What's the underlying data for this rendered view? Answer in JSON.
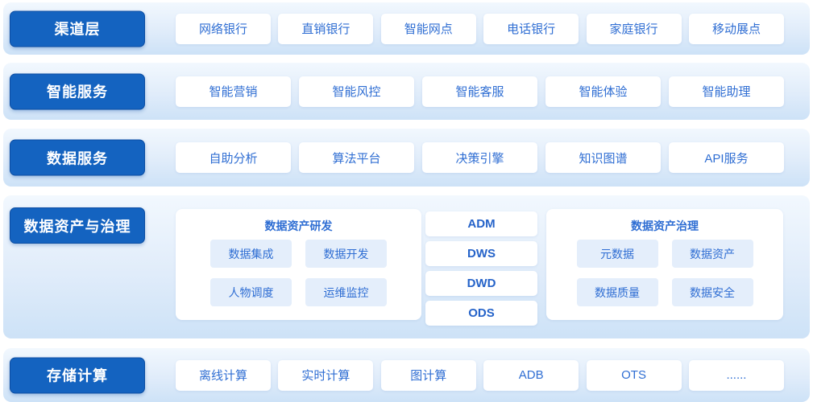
{
  "colors": {
    "band_label_bg": "#1463c0",
    "band_label_border": "#0b4da3",
    "band_label_text": "#ffffff",
    "band_gradient_top": "#f2f8fe",
    "band_gradient_bottom": "#cde2f7",
    "item_bg": "#ffffff",
    "item_text": "#2f6ed3",
    "subitem_bg": "#e4eefb"
  },
  "bands": [
    {
      "label": "渠道层",
      "items": [
        "网络银行",
        "直销银行",
        "智能网点",
        "电话银行",
        "家庭银行",
        "移动展点"
      ]
    },
    {
      "label": "智能服务",
      "items": [
        "智能营销",
        "智能风控",
        "智能客服",
        "智能体验",
        "智能助理"
      ]
    },
    {
      "label": "数据服务",
      "items": [
        "自助分析",
        "算法平台",
        "决策引擎",
        "知识图谱",
        "API服务"
      ]
    },
    {
      "label": "数据资产与治理",
      "groups": {
        "dev": {
          "title": "数据资产研发",
          "items": [
            "数据集成",
            "数据开发",
            "人物调度",
            "运维监控"
          ]
        },
        "warehouse_layers": [
          "ADM",
          "DWS",
          "DWD",
          "ODS"
        ],
        "governance": {
          "title": "数据资产治理",
          "items": [
            "元数据",
            "数据资产",
            "数据质量",
            "数据安全"
          ]
        }
      }
    },
    {
      "label": "存储计算",
      "items": [
        "离线计算",
        "实时计算",
        "图计算",
        "ADB",
        "OTS",
        "......"
      ]
    }
  ]
}
